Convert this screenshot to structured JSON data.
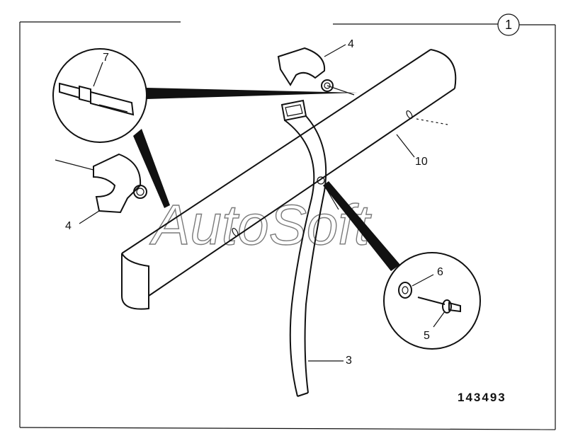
{
  "figure": {
    "figure_number": "1",
    "reference_code": "143493",
    "watermark": "AutoSoft",
    "callouts": {
      "clip_top": "4",
      "clip_left": "4",
      "strap": "3",
      "rivet": "5",
      "washer": "6",
      "stud": "7",
      "tube": "10"
    }
  }
}
